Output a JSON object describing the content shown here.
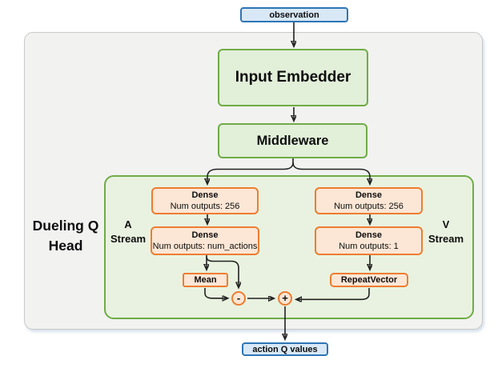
{
  "colors": {
    "blue_fill": "#d8e8f6",
    "blue_border": "#2e75b6",
    "green_fill": "#e2efd9",
    "green_border": "#6fac47",
    "inner_fill": "#e9f2e0",
    "container_fill": "#f2f2f1",
    "container_border": "#c7c9ca",
    "orange_fill": "#fce6d5",
    "orange_border": "#ed7d31",
    "arrow": "#212121"
  },
  "diagram": {
    "observation": "observation",
    "input_embedder": "Input Embedder",
    "middleware": "Middleware",
    "dueling_head_line1": "Dueling Q",
    "dueling_head_line2": "Head",
    "a_stream_line1": "A",
    "a_stream_line2": "Stream",
    "v_stream_line1": "V",
    "v_stream_line2": "Stream",
    "a_dense1_title": "Dense",
    "a_dense1_sub": "Num outputs: 256",
    "a_dense2_title": "Dense",
    "a_dense2_sub": "Num outputs: num_actions",
    "mean": "Mean",
    "v_dense1_title": "Dense",
    "v_dense1_sub": "Num outputs: 256",
    "v_dense2_title": "Dense",
    "v_dense2_sub": "Num outputs: 1",
    "repeat_vector": "RepeatVector",
    "minus": "-",
    "plus": "+",
    "action_q_values": "action Q values"
  }
}
